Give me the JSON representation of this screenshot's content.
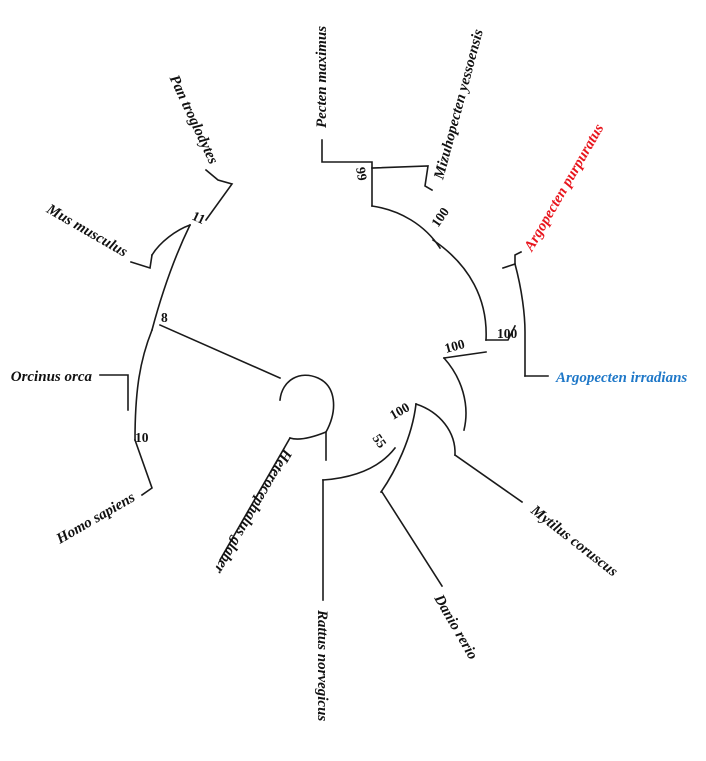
{
  "tree": {
    "taxa": {
      "pecten_maximus": "Pecten maximus",
      "mizuhopecten_yessoensis": "Mizuhopecten yessoensis",
      "argopecten_purpuratus": "Argopecten purpuratus",
      "argopecten_irradians": "Argopecten irradians",
      "mytilus_coruscus": "Mytilus coruscus",
      "danio_rerio": "Danio rerio",
      "rattus_norvegicus": "Rattus norvegicus",
      "heterocephalus_glaber": "Heterocephalus glaber",
      "homo_sapiens": "Homo sapiens",
      "orcinus_orca": "Orcinus orca",
      "mus_musculus": "Mus musculus",
      "pan_troglodytes": "Pan troglodytes"
    },
    "bootstrap": {
      "pecten_mizuhopecten": "99",
      "scallops": "100",
      "argopecten": "100",
      "bivalves": "100",
      "invertebrate_fish": "100",
      "with_rattus": "55",
      "mus_pan": "11",
      "mammal_group": "8",
      "homo_orca": "10"
    },
    "colors": {
      "branch": "#1a1a1a",
      "argopecten_purpuratus": "#e8141c",
      "argopecten_irradians": "#1f78c8",
      "default_label": "#111111"
    }
  }
}
